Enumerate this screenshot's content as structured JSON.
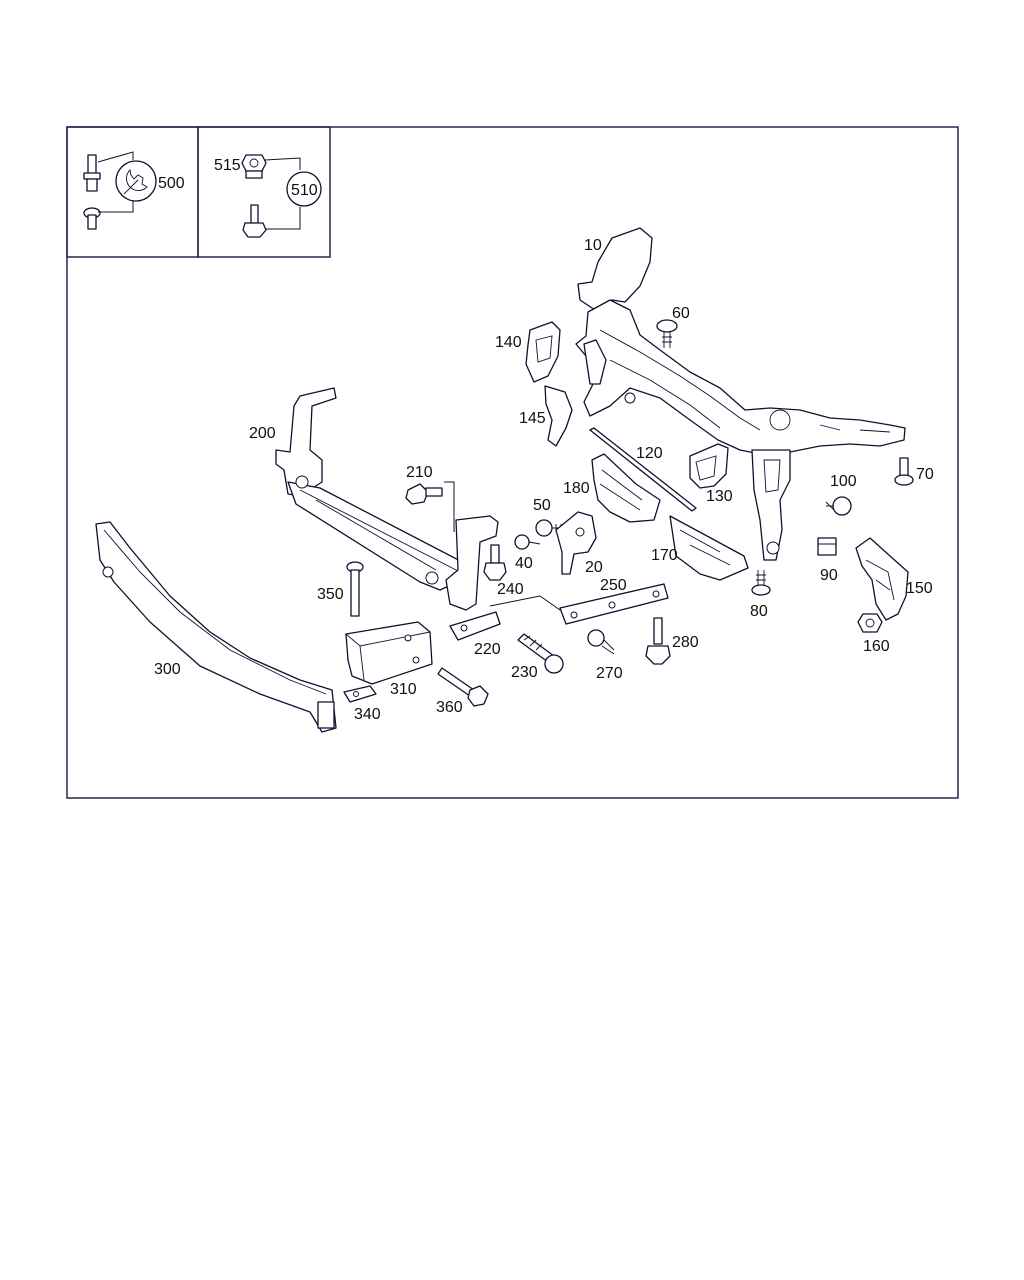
{
  "callouts": {
    "p10": "10",
    "p20": "20",
    "p40": "40",
    "p50": "50",
    "p60": "60",
    "p70": "70",
    "p80": "80",
    "p90": "90",
    "p100": "100",
    "p120": "120",
    "p130": "130",
    "p140": "140",
    "p145": "145",
    "p150": "150",
    "p160": "160",
    "p170": "170",
    "p180": "180",
    "p200": "200",
    "p210": "210",
    "p220": "220",
    "p230": "230",
    "p240": "240",
    "p250": "250",
    "p270": "270",
    "p280": "280",
    "p300": "300",
    "p310": "310",
    "p340": "340",
    "p350": "350",
    "p360": "360",
    "p500": "500",
    "p510": "510",
    "p515": "515"
  },
  "icons": {
    "kit_500": "wrench-icon",
    "kit_510": "circled-number-icon"
  },
  "colors": {
    "line": "#101030",
    "frame": "#1a1a40",
    "background": "#ffffff"
  }
}
